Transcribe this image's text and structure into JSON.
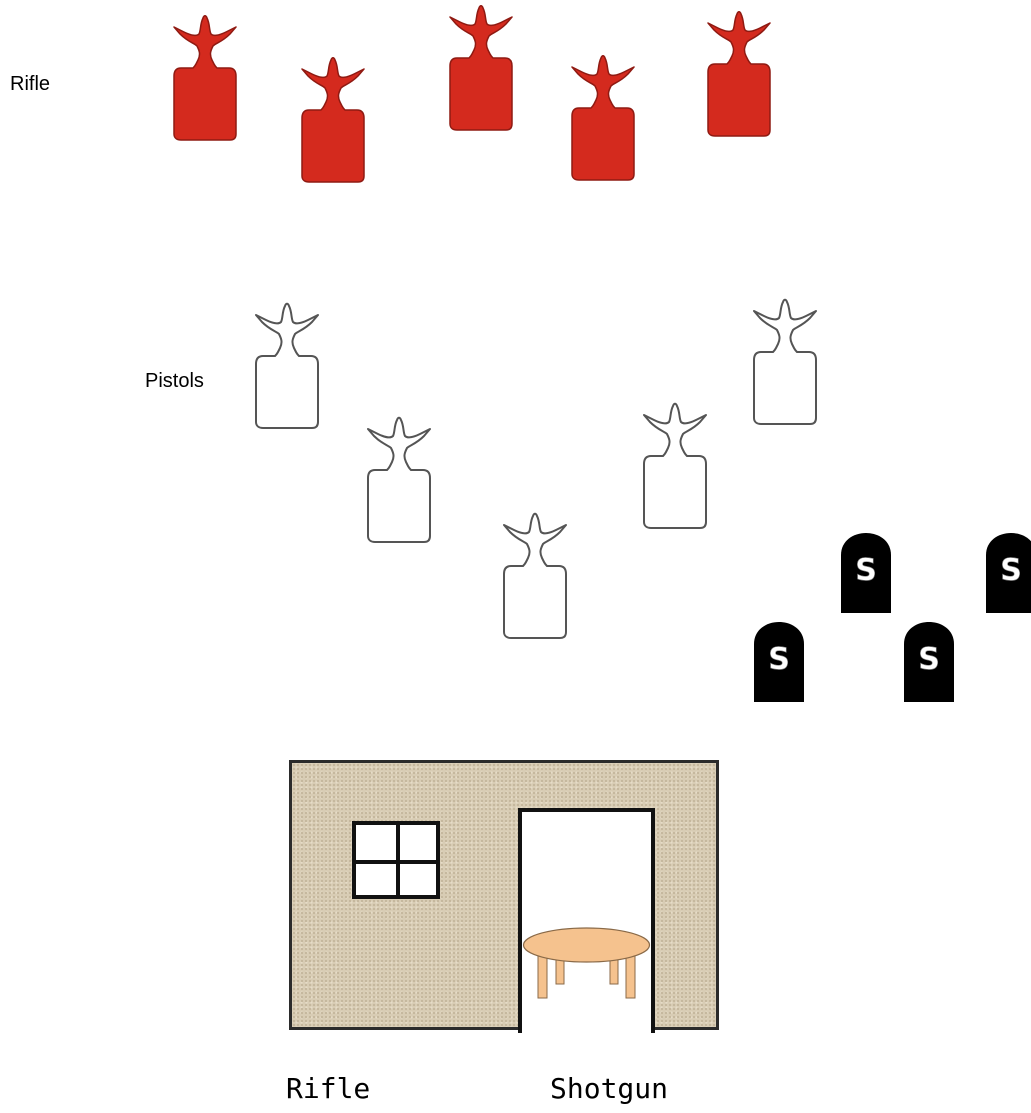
{
  "labels": {
    "rifle_section": "Rifle",
    "pistols_section": "Pistols",
    "bottom_rifle": "Rifle",
    "bottom_shotgun": "Shotgun"
  },
  "shotgun_targets": {
    "marker": "S",
    "count": 4
  },
  "colors": {
    "rifle_target": "#d42a1e",
    "pistol_target_outline": "#555555",
    "steel_target": "#000000",
    "building_wall": "#d8ccb4",
    "table_top": "#f5c28e"
  },
  "icons": {
    "rifle_target": "silhouette-target-icon",
    "pistol_target": "silhouette-target-icon",
    "shotgun_target": "knockdown-target-icon",
    "window": "window-icon",
    "table": "table-icon"
  }
}
